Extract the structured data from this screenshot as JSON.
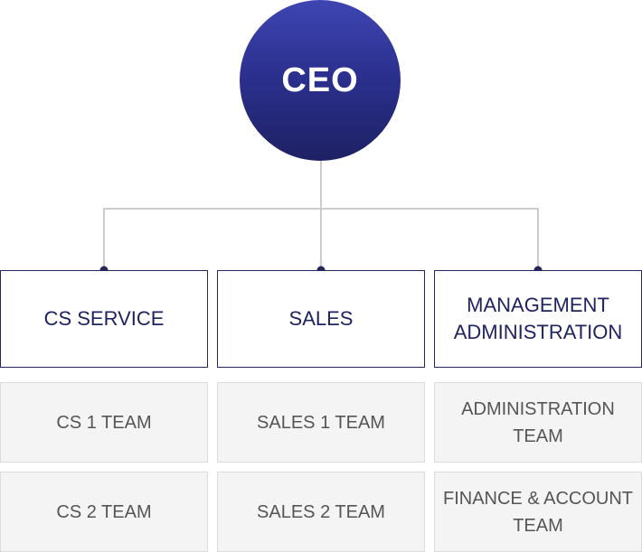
{
  "ceo": {
    "label": "CEO"
  },
  "departments": [
    {
      "label": "CS SERVICE",
      "teams": [
        "CS 1 TEAM",
        "CS 2 TEAM"
      ]
    },
    {
      "label": "SALES",
      "teams": [
        "SALES 1 TEAM",
        "SALES 2 TEAM"
      ]
    },
    {
      "label": "MANAGEMENT\nADMINISTRATION",
      "teams": [
        "ADMINISTRATION\nTEAM",
        "FINANCE & ACCOUNT\nTEAM"
      ]
    }
  ],
  "colors": {
    "ceo_gradient_top": "#3e45b2",
    "ceo_gradient_bottom": "#1e2163",
    "dept_border": "#23275c",
    "connector_line": "#cccccc",
    "dot": "#23275c",
    "team_background": "#f4f4f4"
  }
}
